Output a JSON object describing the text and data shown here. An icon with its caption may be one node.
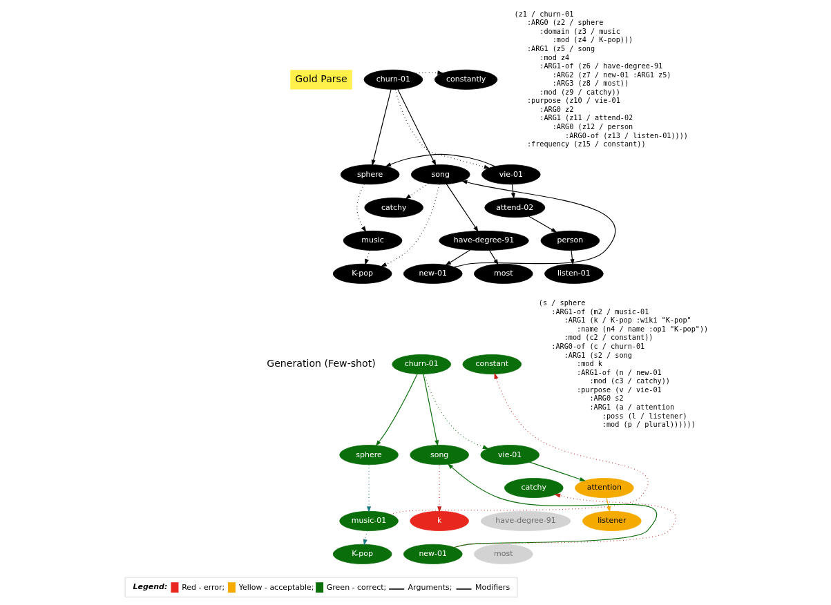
{
  "diagram": {
    "nodes": [
      {
        "text": [
          "churn-01"
        ]
      },
      {
        "text": [
          "constantly"
        ]
      },
      {
        "text": [
          "sphere"
        ]
      },
      {
        "text": [
          "song"
        ]
      },
      {
        "text": [
          "vie-01"
        ]
      },
      {
        "text": [
          "catchy"
        ]
      },
      {
        "text": [
          "attend-02"
        ]
      },
      {
        "text": [
          "music"
        ]
      },
      {
        "text": [
          "have-degree-91"
        ]
      },
      {
        "text": [
          "person"
        ]
      },
      {
        "text": [
          "K-pop"
        ]
      },
      {
        "text": [
          "new-01"
        ]
      },
      {
        "text": [
          "most"
        ]
      },
      {
        "text": [
          "listen-01"
        ]
      },
      {
        "text": [
          "churn-01"
        ]
      },
      {
        "text": [
          "constant"
        ]
      },
      {
        "text": [
          "sphere"
        ]
      },
      {
        "text": [
          "song"
        ]
      },
      {
        "text": [
          "vie-01"
        ]
      },
      {
        "text": [
          "catchy"
        ]
      },
      {
        "text": [
          "attention"
        ]
      },
      {
        "text": [
          "music-01"
        ]
      },
      {
        "text": [
          "k"
        ]
      },
      {
        "text": [
          "have-degree-91"
        ]
      },
      {
        "text": [
          "listener"
        ]
      },
      {
        "text": [
          "K-pop"
        ]
      },
      {
        "text": [
          "new-01"
        ]
      },
      {
        "text": [
          "most"
        ]
      }
    ],
    "edges": [
      {
        "from": 0,
        "to": 1,
        "arrow": "to",
        "style": "dashed"
      },
      {
        "from": 0,
        "to": 2,
        "arrow": "to"
      },
      {
        "from": 0,
        "to": 3,
        "arrow": "to"
      },
      {
        "from": 0,
        "to": 4,
        "arrow": "to",
        "style": "dashed"
      },
      {
        "from": 4,
        "to": 2,
        "arrow": "to"
      },
      {
        "from": 3,
        "to": 5,
        "arrow": "to",
        "style": "dashed"
      },
      {
        "from": 3,
        "to": 10,
        "arrow": "to",
        "style": "dashed"
      },
      {
        "from": 3,
        "to": 8,
        "arrow": "to"
      },
      {
        "from": 11,
        "to": 3,
        "arrow": "to"
      },
      {
        "from": 8,
        "to": 11,
        "arrow": "to"
      },
      {
        "from": 8,
        "to": 12,
        "arrow": "to"
      },
      {
        "from": 2,
        "to": 7,
        "arrow": "to",
        "style": "dashed"
      },
      {
        "from": 7,
        "to": 10,
        "arrow": "to",
        "style": "dashed"
      },
      {
        "from": 4,
        "to": 6,
        "arrow": "to"
      },
      {
        "from": 6,
        "to": 9,
        "arrow": "to"
      },
      {
        "from": 9,
        "to": 13,
        "arrow": "to"
      },
      {
        "from": 14,
        "to": 16,
        "arrow": "to",
        "color": "#0a6e0a"
      },
      {
        "from": 14,
        "to": 17,
        "arrow": "to",
        "color": "#0a6e0a"
      },
      {
        "from": 14,
        "to": 18,
        "arrow": "to",
        "style": "dashed",
        "color": "#0a6e0a"
      },
      {
        "from": 16,
        "to": 21,
        "arrow": "to",
        "style": "dashed",
        "color": "#1e7a82"
      },
      {
        "from": 21,
        "to": 25,
        "arrow": "to",
        "style": "dashed",
        "color": "#1e7a82"
      },
      {
        "from": 21,
        "to": 15,
        "arrow": "to",
        "style": "dashed",
        "color": "#c8201a"
      },
      {
        "from": 17,
        "to": 22,
        "arrow": "to",
        "style": "dashed",
        "color": "#c8201a"
      },
      {
        "from": 26,
        "to": 17,
        "arrow": "to",
        "color": "#0a6e0a"
      },
      {
        "from": 26,
        "to": 19,
        "arrow": "to",
        "style": "dashed",
        "color": "#c8201a"
      },
      {
        "from": 18,
        "to": 20,
        "arrow": "to",
        "color": "#0a6e0a"
      },
      {
        "from": 20,
        "to": 24,
        "arrow": "to",
        "color": "#f5aa00"
      }
    ],
    "labels": [
      "Gold Parse",
      "(z1 / churn-01",
      ":ARG0 (z2 / sphere",
      ":domain (z3 / music",
      ":mod (z4 / K-pop)))",
      ":ARG1 (z5 / song",
      ":mod z4",
      ":ARG1-of (z6 / have-degree-91",
      ":ARG2 (z7 / new-01 :ARG1 z5)",
      ":ARG3 (z8 / most))",
      ":mod (z9 / catchy))",
      ":purpose (z10 / vie-01",
      ":ARG0 z2",
      ":ARG1 (z11 / attend-02",
      ":ARG0 (z12 / person",
      ":ARG0-of (z13 / listen-01))))",
      ":frequency (z15 / constant))",
      "Generation (Few-shot)",
      "(s / sphere",
      ":ARG1-of (m2 / music-01",
      ":ARG1 (k / K-pop :wiki \"K-pop\"",
      ":name (n4 / name :op1 \"K-pop\"))",
      ":mod (c2 / constant))",
      ":ARG0-of (c / churn-01",
      ":ARG1 (s2 / song",
      ":mod k",
      ":ARG1-of (n / new-01",
      ":mod (c3 / catchy))",
      ":purpose (v / vie-01",
      ":ARG0 s2",
      ":ARG1 (a / attention",
      ":poss (l / listener)",
      ":mod (p / plural))))))",
      "Legend:"
    ],
    "legend": [
      {
        "text": "Red - error;",
        "color": "#e8281e"
      },
      {
        "text": "Yellow - acceptable;",
        "color": "#f5aa00"
      },
      {
        "text": "Green - correct;",
        "color": "#0a6e0a"
      },
      {
        "text": "Arguments;"
      },
      {
        "text": "Modifiers"
      }
    ]
  }
}
